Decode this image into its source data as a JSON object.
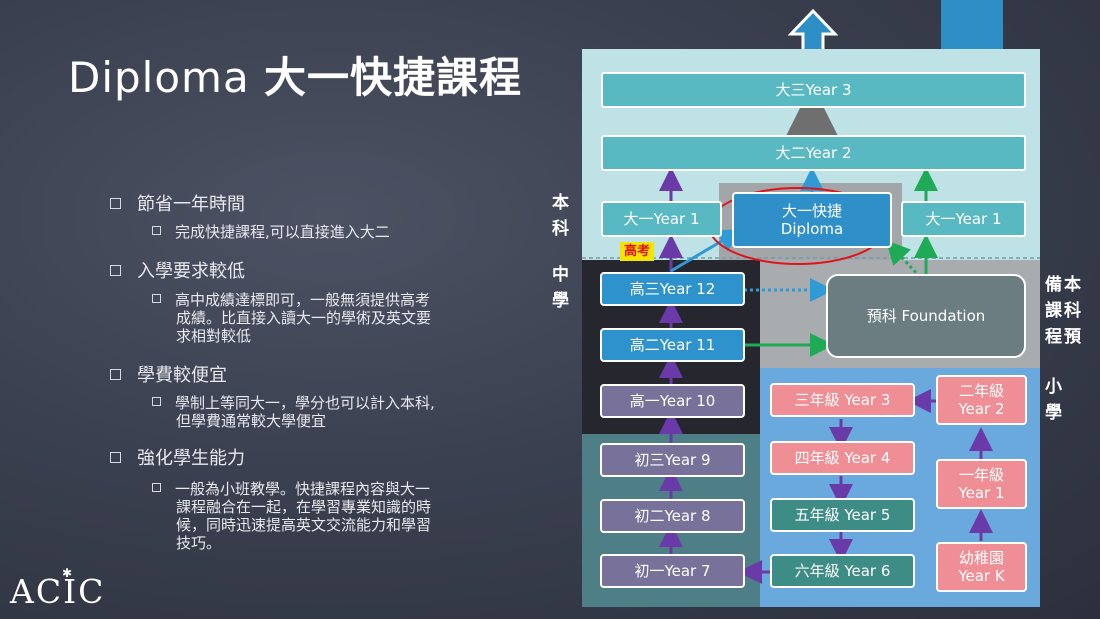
{
  "title": {
    "latin": "Diploma ",
    "cjk": "大一快捷課程"
  },
  "bullets": [
    {
      "text": "節省一年時間",
      "sub": [
        "完成快捷課程,可以直接進入大二"
      ]
    },
    {
      "text": "入學要求較低",
      "sub": [
        "高中成績達標即可，一般無須提供高考",
        "成績。比直接入讀大一的學術及英文要",
        "求相對較低"
      ]
    },
    {
      "text": "學費較便宜",
      "sub": [
        "學制上等同大一，學分也可以計入本科,",
        "但學費通常較大學便宜"
      ]
    },
    {
      "text": "強化學生能力",
      "sub": [
        "一般為小班教學。快捷課程內容與大一",
        "課程融合在一起，在學習專業知識的時",
        "候，同時迅速提高英文交流能力和學習",
        "技巧。"
      ]
    }
  ],
  "logo": "ACIC",
  "diagram": {
    "side_labels": {
      "undergrad": "本\n科",
      "secondary": "中\n學",
      "foundation": "備本\n課科\n程預",
      "primary": "小\n學"
    },
    "gaokao": "高考",
    "boxes": {
      "year3": "大三Year 3",
      "year2": "大二Year 2",
      "year1_left": "大一Year 1",
      "diploma_line1": "大一快捷",
      "diploma_line2": "Diploma",
      "year1_right": "大一Year 1",
      "g12": "高三Year 12",
      "foundation": "預科 Foundation",
      "g11": "高二Year 11",
      "g10": "高一Year 10",
      "g9": "初三Year 9",
      "g8": "初二Year 8",
      "g7": "初一Year 7",
      "p3": "三年級 Year 3",
      "p2_line1": "二年級",
      "p2_line2": "Year 2",
      "p4": "四年級 Year 4",
      "p1_line1": "一年級",
      "p1_line2": "Year 1",
      "p5": "五年級 Year 5",
      "p6": "六年級 Year 6",
      "k_line1": "幼稚園",
      "k_line2": "Year K"
    }
  },
  "colors": {
    "undergrad_zone": "#bfe2e6",
    "secondary_zone": "#26262e",
    "junior_zone": "#4f7f86",
    "foundation_zone": "#a8acaf",
    "primary_zone": "#6aa9dd",
    "teal_box": "#58b9c2",
    "diploma_box": "#2f8fc9",
    "purple_box": "#78719a",
    "pink_box": "#ef8f95",
    "green_box": "#3d8c86",
    "arrow_purple": "#6a3aa8",
    "arrow_green": "#1faa55",
    "arrow_blue": "#2e9ad6",
    "accent": "#2e8fc6",
    "highlight_red": "#e0141b",
    "gaokao_bg": "#f5e400"
  }
}
